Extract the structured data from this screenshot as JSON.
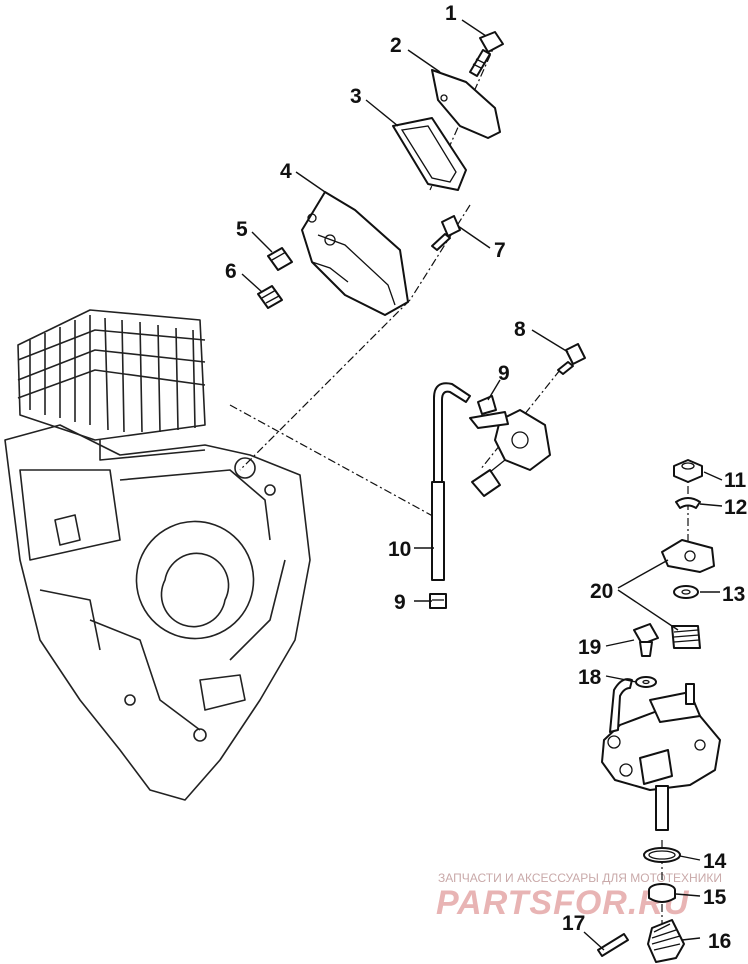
{
  "callouts": {
    "c1": "1",
    "c2": "2",
    "c3": "3",
    "c4": "4",
    "c5": "5",
    "c6": "6",
    "c7": "7",
    "c8": "8",
    "c9a": "9",
    "c9b": "9",
    "c10": "10",
    "c11": "11",
    "c12": "12",
    "c13": "13",
    "c14": "14",
    "c15": "15",
    "c16": "16",
    "c17": "17",
    "c18": "18",
    "c19": "19",
    "c20": "20"
  },
  "watermark": {
    "tagline": "ЗАПЧАСТИ И АКСЕССУАРЫ ДЛЯ МОТОТЕХНИКИ",
    "brand": "PARTSFOR.RU",
    "color": "#e8b4b4"
  }
}
